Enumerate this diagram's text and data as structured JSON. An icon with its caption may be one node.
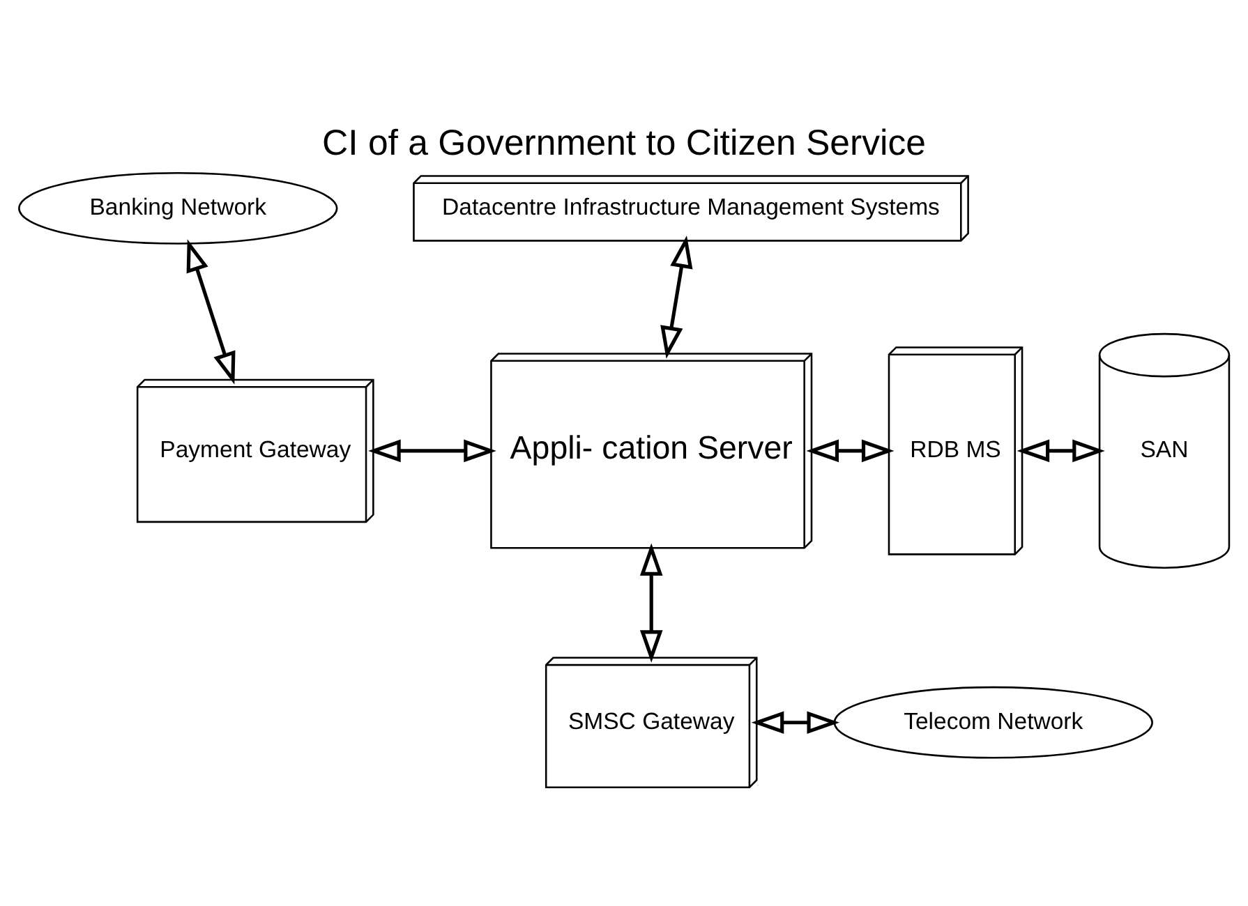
{
  "diagram": {
    "title": "CI of a Government to Citizen Service",
    "nodes": [
      {
        "text": [
          "Banking Network"
        ]
      },
      {
        "text": [
          "Datacentre Infrastructure Management Systems"
        ]
      },
      {
        "text": [
          "Payment Gateway"
        ]
      },
      {
        "text": [
          "Appli- cation Server"
        ]
      },
      {
        "text": [
          "RDB MS"
        ]
      },
      {
        "text": [
          "SAN"
        ]
      },
      {
        "text": [
          "SMSC Gateway"
        ]
      },
      {
        "text": [
          "Telecom Network"
        ]
      }
    ],
    "edges": [
      {
        "from": 0,
        "to": 2,
        "arrow": "both"
      },
      {
        "from": 1,
        "to": 3,
        "arrow": "both"
      },
      {
        "from": 2,
        "to": 3,
        "arrow": "both"
      },
      {
        "from": 3,
        "to": 4,
        "arrow": "both"
      },
      {
        "from": 4,
        "to": 5,
        "arrow": "both"
      },
      {
        "from": 3,
        "to": 6,
        "arrow": "both"
      },
      {
        "from": 6,
        "to": 7,
        "arrow": "both"
      }
    ]
  }
}
